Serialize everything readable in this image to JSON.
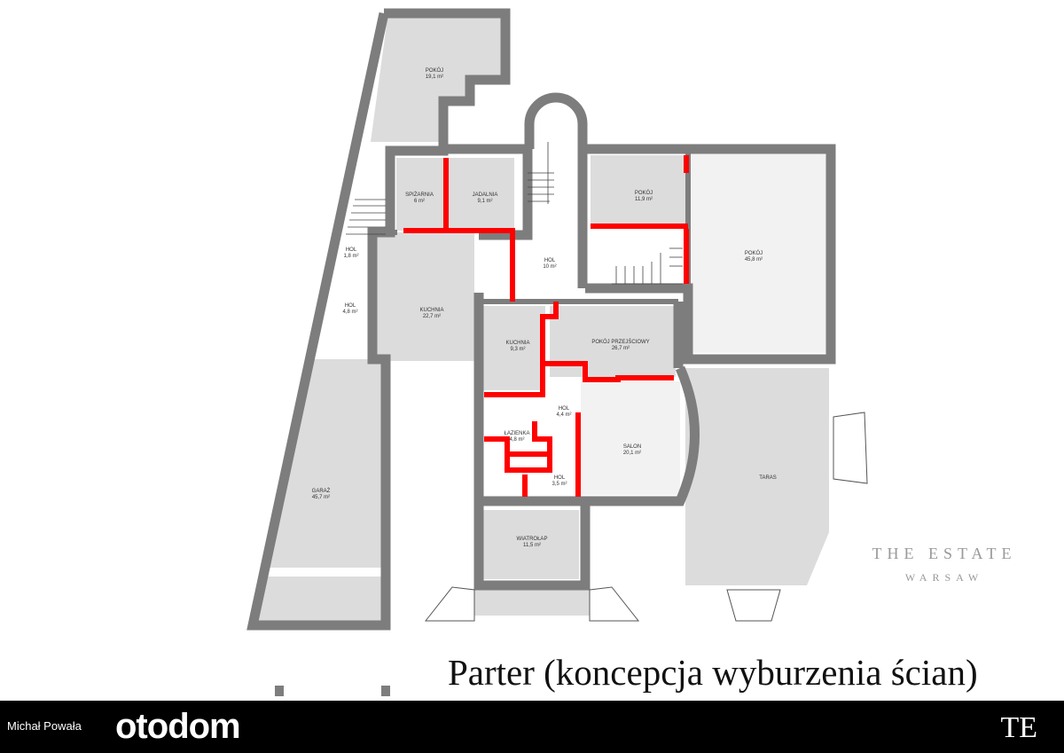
{
  "title": "Parter (koncepcja wyburzenia ścian)",
  "watermark": {
    "line1": "THE ESTATE",
    "line2": "WARSAW"
  },
  "rooms": [
    {
      "name": "POKÓJ",
      "area": "19,1 m²"
    },
    {
      "name": "SPIŻARNIA",
      "area": "6 m²"
    },
    {
      "name": "JADALNIA",
      "area": "9,1 m²"
    },
    {
      "name": "POKÓJ",
      "area": "11,9 m²"
    },
    {
      "name": "POKÓJ",
      "area": "45,8 m²"
    },
    {
      "name": "HOL",
      "area": "1,8 m²"
    },
    {
      "name": "HOL",
      "area": "10 m²"
    },
    {
      "name": "HOL",
      "area": "4,8 m²"
    },
    {
      "name": "KUCHNIA",
      "area": "22,7 m²"
    },
    {
      "name": "KUCHNIA",
      "area": "9,3 m²"
    },
    {
      "name": "POKÓJ PRZEJŚCIOWY",
      "area": "26,7 m²"
    },
    {
      "name": "HOL",
      "area": "4,4 m²"
    },
    {
      "name": "ŁAZIENKA",
      "area": "4,8 m²"
    },
    {
      "name": "SALON",
      "area": "20,1 m²"
    },
    {
      "name": "HOL",
      "area": "3,5 m²"
    },
    {
      "name": "TARAS",
      "area": ""
    },
    {
      "name": "GARAŻ",
      "area": "45,7 m²"
    },
    {
      "name": "WIATROŁAP",
      "area": "11,5 m²"
    }
  ],
  "colors": {
    "walls": "#7d7d7d",
    "demolition": "#ff0000",
    "room_fill": "#dcdcdc",
    "footer": "#000000"
  },
  "footer": {
    "agent_name": "Michał Powała",
    "portal_logo": "otodom",
    "brand_logo": "TE"
  }
}
